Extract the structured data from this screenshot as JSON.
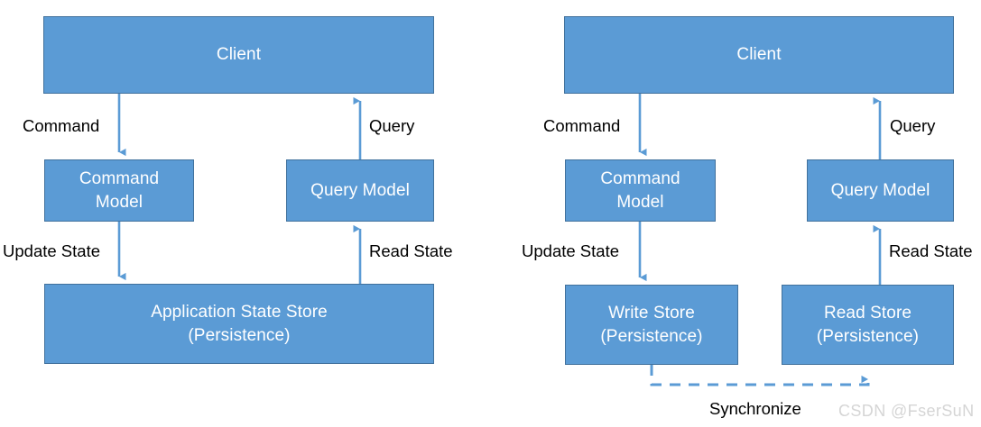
{
  "diagram": {
    "title_visible": false,
    "accent_color": "#5B9BD5",
    "border_color": "#41719C",
    "arrow_color": "#5B9BD5",
    "label_color": "#000000",
    "watermark_color": "#D5D5D5"
  },
  "left_diagram": {
    "name": "cqrs-shared-store",
    "boxes": {
      "client": {
        "label": "Client"
      },
      "command_model": {
        "line1": "Command",
        "line2": "Model"
      },
      "query_model": {
        "label": "Query Model"
      },
      "store": {
        "line1": "Application State Store",
        "line2": "(Persistence)"
      }
    },
    "edges": {
      "command": "Command",
      "query": "Query",
      "update_state": "Update State",
      "read_state": "Read State"
    }
  },
  "right_diagram": {
    "name": "cqrs-separate-stores",
    "boxes": {
      "client": {
        "label": "Client"
      },
      "command_model": {
        "line1": "Command",
        "line2": "Model"
      },
      "query_model": {
        "label": "Query Model"
      },
      "write_store": {
        "line1": "Write Store",
        "line2": "(Persistence)"
      },
      "read_store": {
        "line1": "Read Store",
        "line2": "(Persistence)"
      }
    },
    "edges": {
      "command": "Command",
      "query": "Query",
      "update_state": "Update State",
      "read_state": "Read State",
      "synchronize": "Synchronize"
    }
  },
  "watermark": {
    "text": "CSDN @FserSuN"
  }
}
